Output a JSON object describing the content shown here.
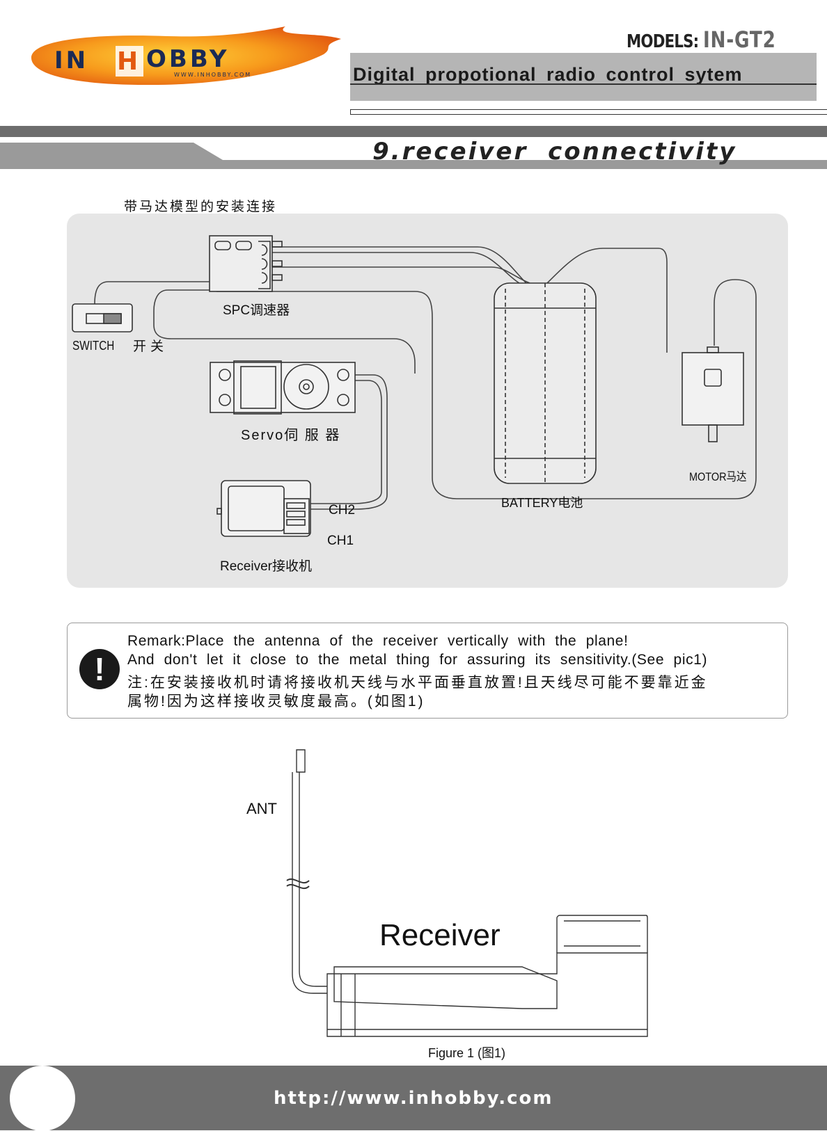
{
  "header": {
    "logo_text": "IN HOBBY",
    "logo_sub": "WWW.INHOBBY.COM",
    "models_label": "MODELS",
    "models_sep": ":",
    "model_value": "IN-GT2",
    "title": "Digital propotional radio control sytem"
  },
  "section": {
    "title": "9.receiver connectivity"
  },
  "diagram": {
    "caption": "带马达模型的安装连接",
    "labels": {
      "spc": "SPC调速器",
      "switch": "SWITCH",
      "switch_cn": "开关",
      "servo": "Servo伺 服 器",
      "battery": "BATTERY电池",
      "motor": "MOTOR马达",
      "ch2": "CH2",
      "ch1": "CH1",
      "receiver": "Receiver接收机"
    }
  },
  "remark": {
    "line1": "Remark:Place the antenna of the receiver vertically with the plane!",
    "line2": "And don't let it close to the metal thing for assuring its sensitivity.(See pic1)",
    "line3": "注:在安装接收机时请将接收机天线与水平面垂直放置!且天线尽可能不要靠近金",
    "line4": "属物!因为这样接收灵敏度最高。(如图1)"
  },
  "figure": {
    "ant_label": "ANT",
    "receiver_label": "Receiver",
    "caption": "Figure 1 (图1)"
  },
  "footer": {
    "url": "http://www.inhobby.com"
  }
}
